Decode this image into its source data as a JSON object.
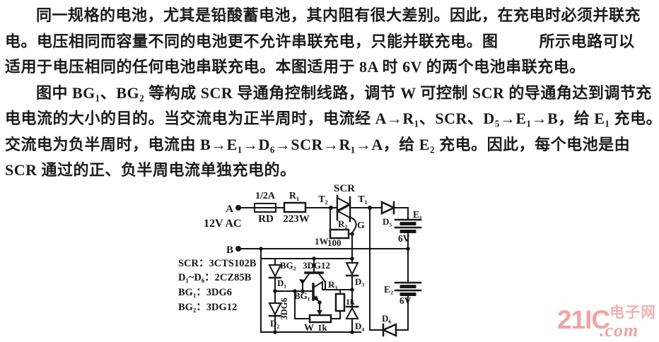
{
  "document": {
    "paragraph1": {
      "line1": "同一规格的电池，尤其是铅酸蓄电池，其内阻有很大差别。因此，在充电时必须并联充",
      "line2a": "电。电压相同而容量不同的电池更不允许串联充电，只能并联充电。图",
      "line2b": "所示电路可以",
      "line3": "适用于电压相同的任何电池串联充电。本图适用于 8A 时 6V 的两个电池串联充电。"
    },
    "paragraph2": {
      "line1": "图中 BG₁、BG₂ 等构成 SCR 导通角控制线路，调节 W 可控制 SCR 的导通角达到调节充",
      "line2": "电电流的大小的目的。当交流电为正半周时，电流经 A→R₁、SCR、D₅→E₁→B，给 E₁ 充电。当",
      "line3": "交流电为负半周时，电流由 B→E₁→D₆→SCR→R₁→A，给 E₂ 充电。因此，每个电池是由",
      "line4": "SCR 通过的正、负半周电流单独充电的。"
    }
  },
  "circuit": {
    "terminals": {
      "a": "A",
      "b": "B",
      "t1": "T₁",
      "t2": "T₂",
      "gate": "G",
      "supply": "12V AC"
    },
    "fuse": {
      "rating": "1/2A",
      "name": "RD"
    },
    "scr": {
      "name": "SCR"
    },
    "r1": {
      "name": "R₁",
      "value": "223W"
    },
    "r2": {
      "name": "R₂",
      "power": "1W",
      "value": "100"
    },
    "r3": {
      "name": "R₃",
      "value": "1k"
    },
    "w": {
      "name": "W",
      "value": "1k"
    },
    "diodes": {
      "d1": "D₁",
      "d2": "D₂",
      "d3": "D₃",
      "d4": "D₄",
      "d5": "D₅",
      "d6": "D₆"
    },
    "transistors": {
      "bg1": "BG₁",
      "bg1_type": "3DG6",
      "bg2": "BG₂",
      "bg2_type": "3DG12"
    },
    "batteries": {
      "e1": "E₁",
      "e1_voltage": "6V",
      "e2": "E₂",
      "e2_voltage": "6V"
    },
    "parts_list": [
      "SCR：3CTS102B",
      "D₁~D₆：2CZ85B",
      "BG₁：3DG6",
      "BG₂：3DG12"
    ]
  },
  "watermark": {
    "brand": "21IC",
    "suffix": ".com",
    "site": "电子网",
    "color": "#eda6a6"
  }
}
